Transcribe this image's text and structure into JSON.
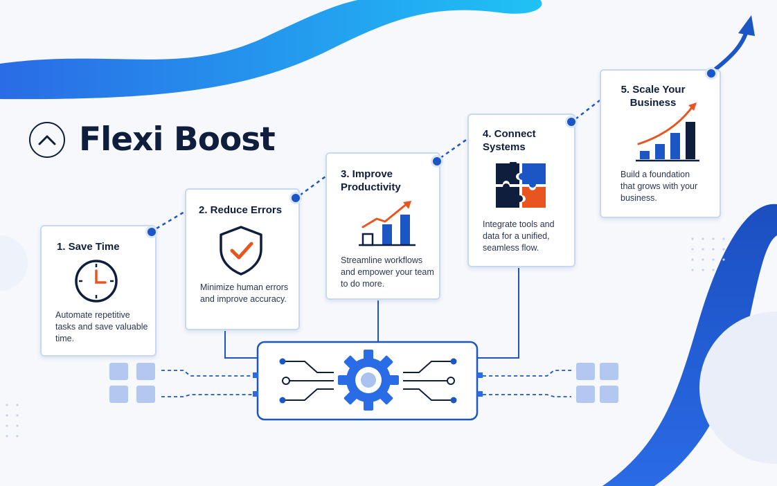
{
  "brand": {
    "name": "Flexi Boost",
    "icon": "chevron-up-icon"
  },
  "steps": [
    {
      "title": "1. Save Time",
      "description": "Automate repetitive tasks and save valuable time.",
      "icon": "clock-icon"
    },
    {
      "title": "2. Reduce Errors",
      "description": "Minimize human errors and improve accuracy.",
      "icon": "shield-check-icon"
    },
    {
      "title": "3. Improve Productivity",
      "description": "Streamline workflows and empower your team to do more.",
      "icon": "growth-chart-icon"
    },
    {
      "title": "4. Connect Systems",
      "description": "Integrate tools and data for a unified, seamless flow.",
      "icon": "puzzle-icon"
    },
    {
      "title": "5. Scale Your Business",
      "description": "Build a foundation that grows with your business.",
      "icon": "bar-chart-arrow-icon"
    }
  ],
  "hub": {
    "icon": "gear-icon"
  },
  "colors": {
    "navy": "#0f1e3d",
    "blue": "#1b56c4",
    "light_blue": "#4a7de0",
    "orange": "#e8551f",
    "card_border": "#c9d8f1"
  }
}
